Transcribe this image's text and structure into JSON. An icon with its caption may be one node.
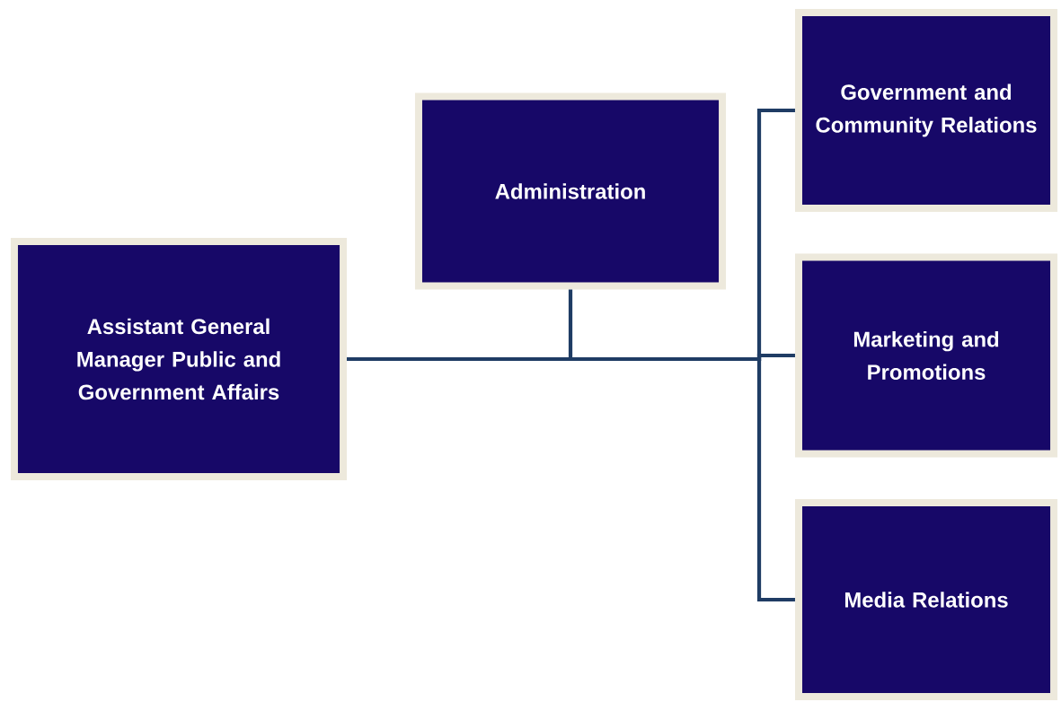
{
  "diagram": {
    "nodes": [
      {
        "text": [
          "Assistant General Manager Public  and Government Affairs"
        ]
      },
      {
        "text": [
          "Administration"
        ]
      },
      {
        "text": [
          "Government and Community Relations"
        ]
      },
      {
        "text": [
          "Marketing and Promotions"
        ]
      },
      {
        "text": [
          "Media Relations"
        ]
      }
    ],
    "edges": [
      {
        "from": 0,
        "to": 1,
        "arrow": "none"
      },
      {
        "from": 0,
        "to": 2,
        "arrow": "none"
      },
      {
        "from": 0,
        "to": 3,
        "arrow": "none"
      },
      {
        "from": 0,
        "to": 4,
        "arrow": "none"
      }
    ]
  }
}
